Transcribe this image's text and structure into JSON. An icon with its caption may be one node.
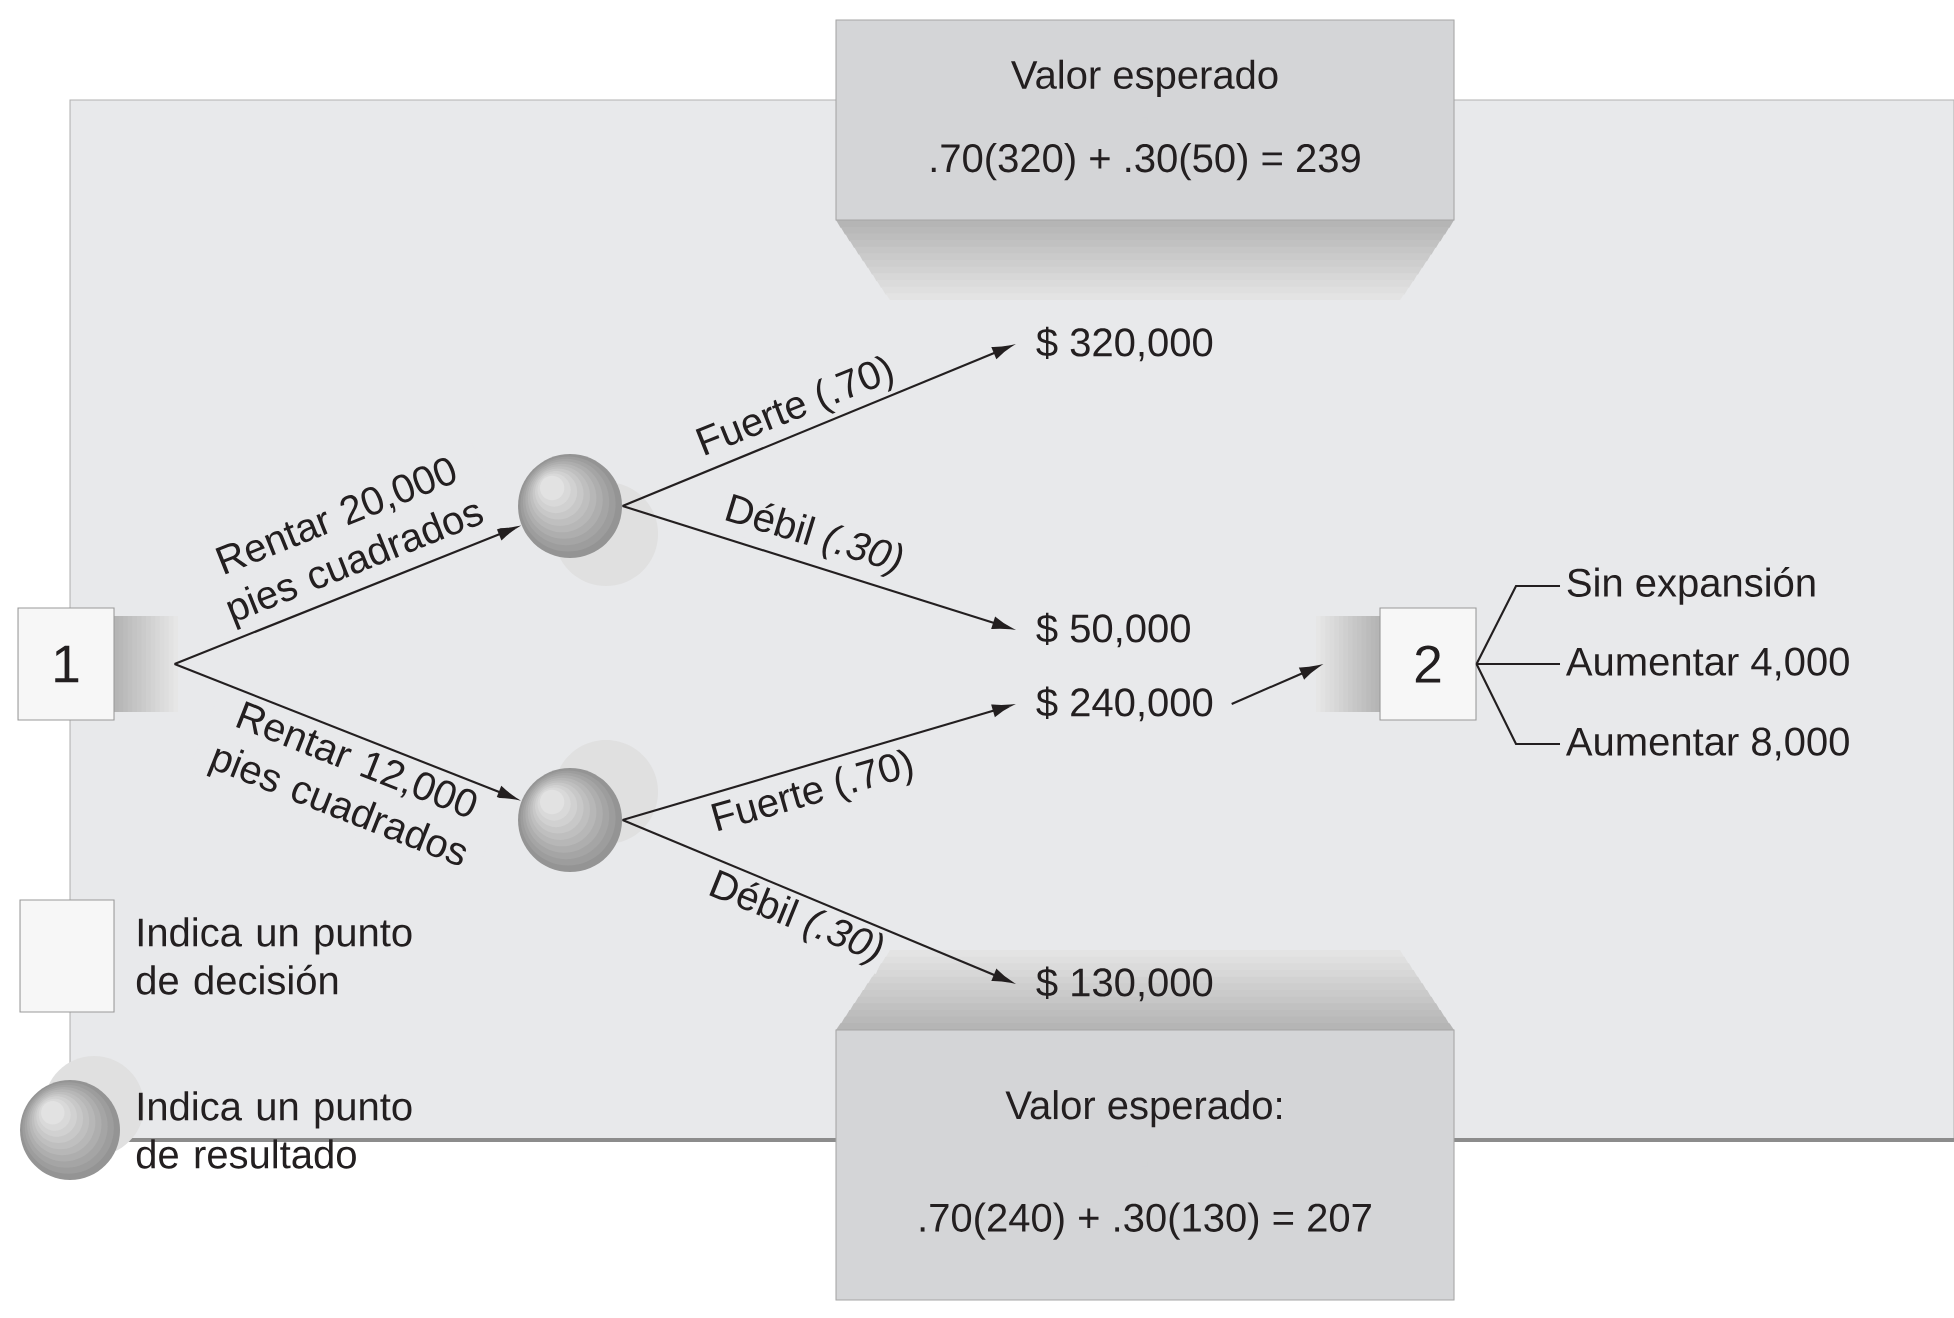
{
  "diagram": {
    "nodes": [
      {
        "text": [
          "1"
        ]
      },
      {
        "text": [],
        "shape": "circle"
      },
      {
        "text": [],
        "shape": "circle"
      },
      {
        "text": [
          "$ 320,000"
        ]
      },
      {
        "text": [
          "$ 50,000"
        ]
      },
      {
        "text": [
          "$ 240,000"
        ]
      },
      {
        "text": [
          "$ 130,000"
        ]
      },
      {
        "text": [
          "2"
        ]
      },
      {
        "text": [
          "Sin expansión"
        ]
      },
      {
        "text": [
          "Aumentar 4,000"
        ]
      },
      {
        "text": [
          "Aumentar 8,000"
        ]
      },
      {
        "text": [
          "Valor esperado",
          ".70(320) + .30(50) = 239"
        ]
      },
      {
        "text": [
          "Valor esperado:",
          ".70(240) + .30(130) = 207"
        ]
      }
    ],
    "edges": [
      {
        "from": 0,
        "to": 1,
        "arrow": "to",
        "label": "Rentar 20,000 pies cuadrados"
      },
      {
        "from": 0,
        "to": 2,
        "arrow": "to",
        "label": "Rentar 12,000 pies cuadrados"
      },
      {
        "from": 1,
        "to": 3,
        "arrow": "to",
        "label": "Fuerte (.70)"
      },
      {
        "from": 1,
        "to": 4,
        "arrow": "to",
        "label": "Débil *(.30)*"
      },
      {
        "from": 2,
        "to": 5,
        "arrow": "to",
        "label": "Fuerte (.70)"
      },
      {
        "from": 2,
        "to": 6,
        "arrow": "to",
        "label": "Débil *(.30)*"
      },
      {
        "from": 5,
        "to": 7,
        "arrow": "to"
      },
      {
        "from": 7,
        "to": 8,
        "arrow": "none"
      },
      {
        "from": 7,
        "to": 9,
        "arrow": "none"
      },
      {
        "from": 7,
        "to": 10,
        "arrow": "none"
      }
    ],
    "legend": [
      {
        "text": "Indica un punto de decisión"
      },
      {
        "text": "Indica un punto de resultado"
      }
    ]
  }
}
